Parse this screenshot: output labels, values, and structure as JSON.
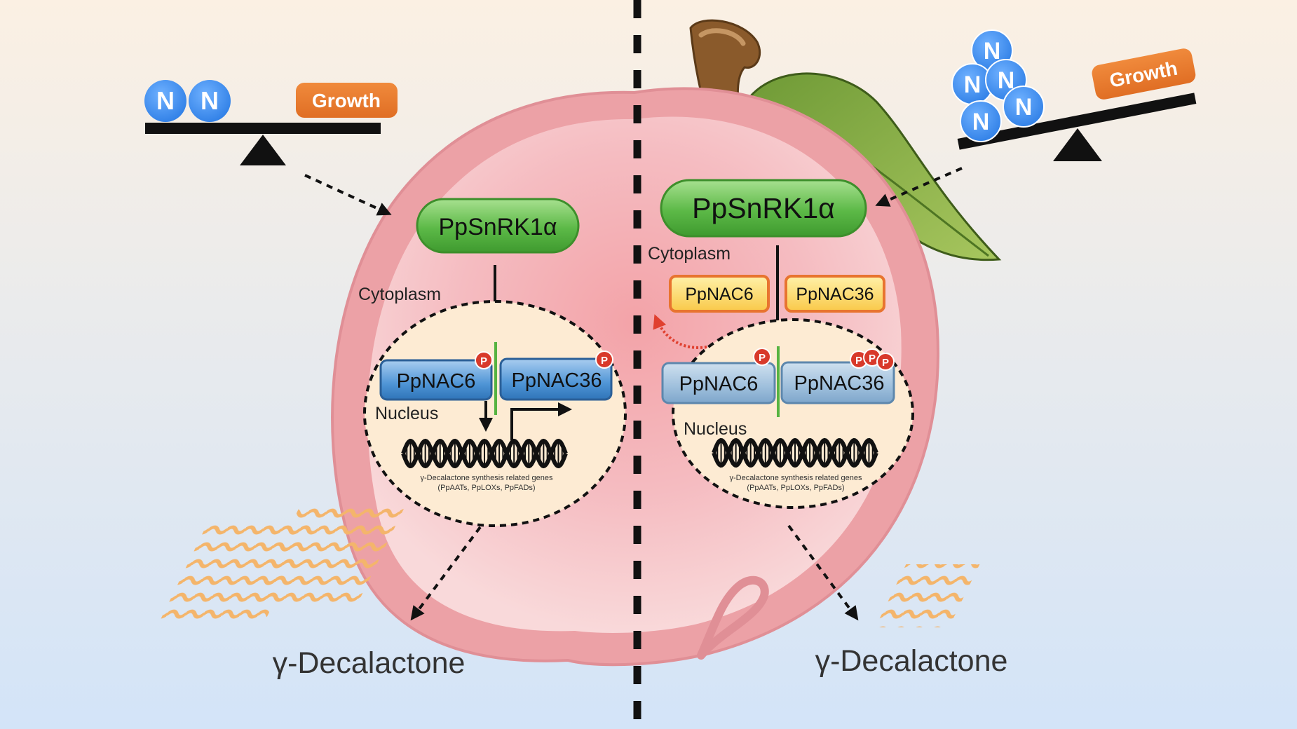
{
  "diagram": {
    "colors": {
      "bg_top": "#fbf0e3",
      "bg_bottom": "#d3e4f8",
      "peach": "#ec9aa2",
      "peach_light": "#f6c8cc",
      "nitrogen": "#3d8ff0",
      "growth": "#ea7a2e",
      "kinase": "#56b341",
      "nac_blue": "#3f87c7",
      "nac_pale": "#8fb5d6",
      "nac_yellow": "#fbd45f",
      "nac_yellow_border": "#e8742f",
      "phospho": "#d8392a",
      "nucleus_fill": "#fdebd3",
      "lactone": "#f4b56b"
    },
    "left": {
      "nitrogen_atoms": [
        "N",
        "N"
      ],
      "growth_label": "Growth",
      "kinase_label": "PpSnRK1α",
      "cytoplasm_label": "Cytoplasm",
      "nac6_label": "PpNAC6",
      "nac36_label": "PpNAC36",
      "phospho_symbol": "P",
      "nucleus_label": "Nucleus",
      "genes_line1": "γ-Decalactone synthesis related genes",
      "genes_line2": "(PpAATs, PpLOXs, PpFADs)",
      "product_label": "γ-Decalactone"
    },
    "right": {
      "nitrogen_atoms": [
        "N",
        "N",
        "N",
        "N",
        "N"
      ],
      "growth_label": "Growth",
      "kinase_label": "PpSnRK1α",
      "cytoplasm_label": "Cytoplasm",
      "nac6_label": "PpNAC6",
      "nac36_label": "PpNAC36",
      "nac6_nuclear_label": "PpNAC6",
      "nac36_nuclear_label": "PpNAC36",
      "phospho_symbol": "P",
      "nucleus_label": "Nucleus",
      "genes_line1": "γ-Decalactone synthesis related genes",
      "genes_line2": "(PpAATs, PpLOXs, PpFADs)",
      "product_label": "γ-Decalactone"
    }
  }
}
